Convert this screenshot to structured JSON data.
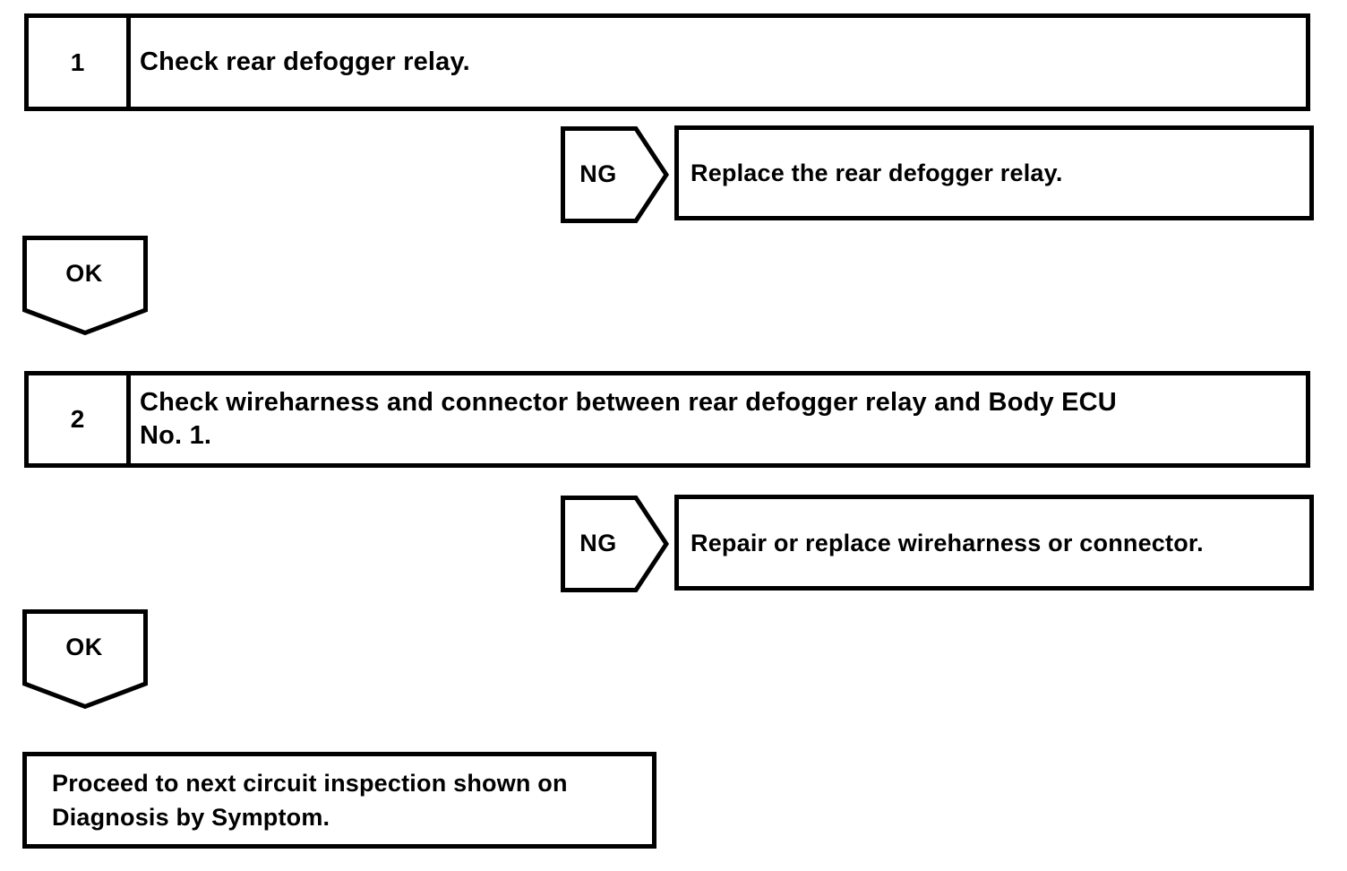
{
  "page": {
    "background": "#ffffff",
    "line_color": "#000000"
  },
  "flowchart": {
    "steps": [
      {
        "number": "1",
        "instruction_lines": [
          "Check rear defogger relay."
        ],
        "ng": {
          "label": "NG",
          "action_lines": [
            "Replace the rear defogger relay."
          ]
        },
        "ok": {
          "label": "OK"
        }
      },
      {
        "number": "2",
        "instruction_lines": [
          "Check wireharness and connector between rear defogger relay and Body ECU",
          "No. 1."
        ],
        "ng": {
          "label": "NG",
          "action_lines": [
            "Repair or replace wireharness or connector."
          ]
        },
        "ok": {
          "label": "OK"
        }
      }
    ],
    "terminal": {
      "lines": [
        "Proceed to next circuit inspection shown on",
        "Diagnosis by Symptom."
      ]
    }
  }
}
